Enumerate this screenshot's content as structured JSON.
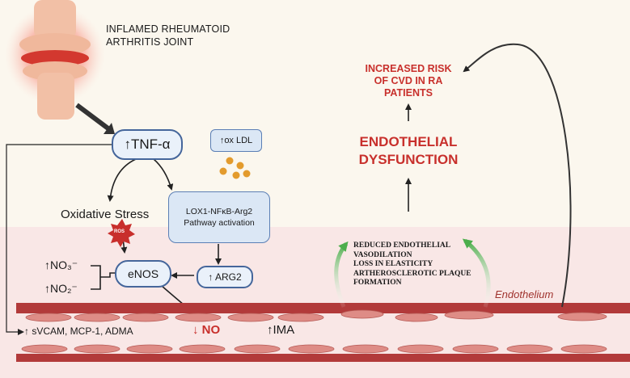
{
  "joint_label_line1": "INFLAMED RHEUMATOID",
  "joint_label_line2": "ARTHRITIS JOINT",
  "tnf": "↑TNF-α",
  "ox_ldl": "↑ox LDL",
  "oxidative_stress": "Oxidative Stress",
  "ros": "ROS",
  "lox_line1": "LOX1-NFκB-Arg2",
  "lox_line2": "Pathway activation",
  "enos": "eNOS",
  "arg2": "↑ ARG2",
  "no3": "↑NO₃⁻",
  "no2": "↑NO₂⁻",
  "svcam": "↑ sVCAM, MCP-1, ADMA",
  "no": "↓ NO",
  "ima": "↑IMA",
  "endothelium": "Endothelium",
  "risk_line1": "INCREASED RISK",
  "risk_line2": "OF CVD IN RA",
  "risk_line3": "PATIENTS",
  "dysf_line1": "ENDOTHELIAL",
  "dysf_line2": "DYSFUNCTION",
  "effects": [
    "REDUCED ENDOTHELIAL",
    "VASODILATION",
    "LOSS IN ELASTICITY",
    "ARTHEROSCLEROTIC PLAQUE",
    "FORMATION"
  ],
  "colors": {
    "accent_red": "#c8302c",
    "box_border": "#5b7fb5",
    "vessel": "#c04a4a",
    "arrow_green": "#5cb85c"
  }
}
